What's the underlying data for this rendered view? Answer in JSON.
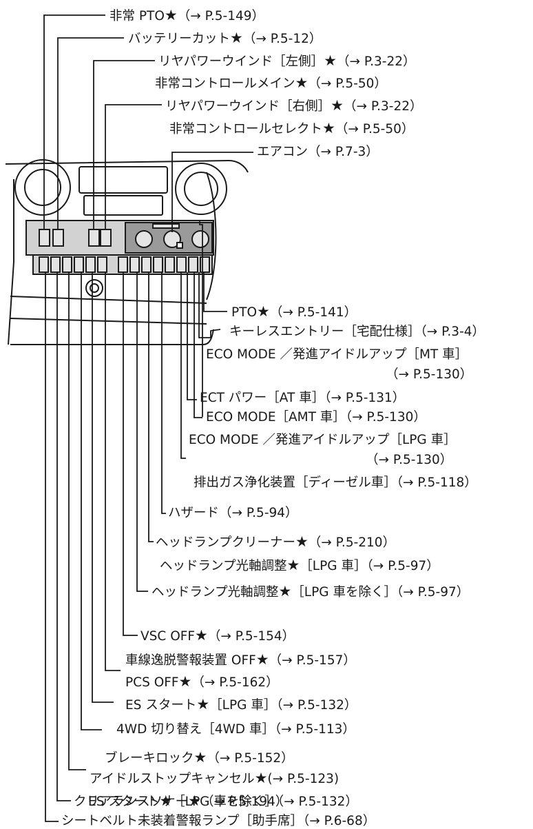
{
  "labels": [
    {
      "id": "l01",
      "text": "非常 PTO",
      "star": true,
      "ref": "（→ P.5-149）"
    },
    {
      "id": "l02",
      "text": "バッテリーカット",
      "star": true,
      "ref": "（→ P.5-12）"
    },
    {
      "id": "l03",
      "text": "リヤパワーウインド［左側］",
      "star": true,
      "ref": "（→ P.3-22）"
    },
    {
      "id": "l04",
      "text": "非常コントロールメイン",
      "star": true,
      "ref": "（→ P.5-50）"
    },
    {
      "id": "l05",
      "text": "リヤパワーウインド［右側］",
      "star": true,
      "ref": "（→ P.3-22）"
    },
    {
      "id": "l06",
      "text": "非常コントロールセレクト",
      "star": true,
      "ref": "（→ P.5-50）"
    },
    {
      "id": "l07",
      "text": "エアコン",
      "star": false,
      "ref": "（→ P.7-3）"
    },
    {
      "id": "l08",
      "text": "PTO",
      "star": true,
      "ref": "（→ P.5-141）"
    },
    {
      "id": "l09",
      "text": "キーレスエントリー［宅配仕様］",
      "star": false,
      "ref": "（→ P.3-4）"
    },
    {
      "id": "l10",
      "text": "ECO MODE ／発進アイドルアップ［MT 車］",
      "star": false,
      "ref": ""
    },
    {
      "id": "l11",
      "text": "",
      "star": false,
      "ref": "（→ P.5-130）"
    },
    {
      "id": "l12",
      "text": "ECT パワー［AT 車］",
      "star": false,
      "ref": "（→ P.5-131）"
    },
    {
      "id": "l13",
      "text": "ECO MODE［AMT 車］",
      "star": false,
      "ref": "（→ P.5-130）"
    },
    {
      "id": "l14",
      "text": "ECO MODE ／発進アイドルアップ［LPG 車］",
      "star": false,
      "ref": ""
    },
    {
      "id": "l15",
      "text": "",
      "star": false,
      "ref": "（→ P.5-130）"
    },
    {
      "id": "l16",
      "text": "排出ガス浄化装置［ディーゼル車］",
      "star": false,
      "ref": "（→ P.5-118）"
    },
    {
      "id": "l17",
      "text": "ハザード",
      "star": false,
      "ref": "（→ P.5-94）"
    },
    {
      "id": "l18",
      "text": "ヘッドランプクリーナー",
      "star": true,
      "ref": "（→ P.5-210）"
    },
    {
      "id": "l19",
      "text": "ヘッドランプ光軸調整",
      "star": true,
      "ref": "［LPG 車］（→ P.5-97）"
    },
    {
      "id": "l20",
      "text": "ヘッドランプ光軸調整",
      "star": true,
      "ref": "［LPG 車を除く］（→ P.5-97）"
    },
    {
      "id": "l21",
      "text": "VSC OFF",
      "star": true,
      "ref": "（→ P.5-154）"
    },
    {
      "id": "l22",
      "text": "車線逸脱警報装置 OFF",
      "star": true,
      "ref": "（→ P.5-157）"
    },
    {
      "id": "l23",
      "text": "PCS OFF",
      "star": true,
      "ref": "（→ P.5-162）"
    },
    {
      "id": "l24",
      "text": "ES スタート",
      "star": true,
      "ref": "［LPG 車］（→ P.5-132）"
    },
    {
      "id": "l25",
      "text": "4WD 切り替え［4WD 車］",
      "star": false,
      "ref": "（→ P.5-113）"
    },
    {
      "id": "l26",
      "text": "ブレーキロック",
      "star": true,
      "ref": "（→ P.5-152）"
    },
    {
      "id": "l27",
      "text": "アイドルストップキャンセル",
      "star": true,
      "ref": "(→ P.5-123)"
    },
    {
      "id": "l28",
      "text": "ES スタート",
      "star": true,
      "ref": "［LPG 車を除く］（→ P.5-132）"
    },
    {
      "id": "l29",
      "text": "クリアランスソナー",
      "star": true,
      "ref": "（→ P.5-194）"
    },
    {
      "id": "l30",
      "text": "シートベルト未装着警報ランプ［助手席］",
      "star": false,
      "ref": "（→ P.6-68）"
    }
  ],
  "star_glyph": "★",
  "colors": {
    "line": "#1a1a1a",
    "switch_panel_bg": "#bcbcbc",
    "switch_fill": "#dcdcdc",
    "text": "#1a1a1a"
  }
}
